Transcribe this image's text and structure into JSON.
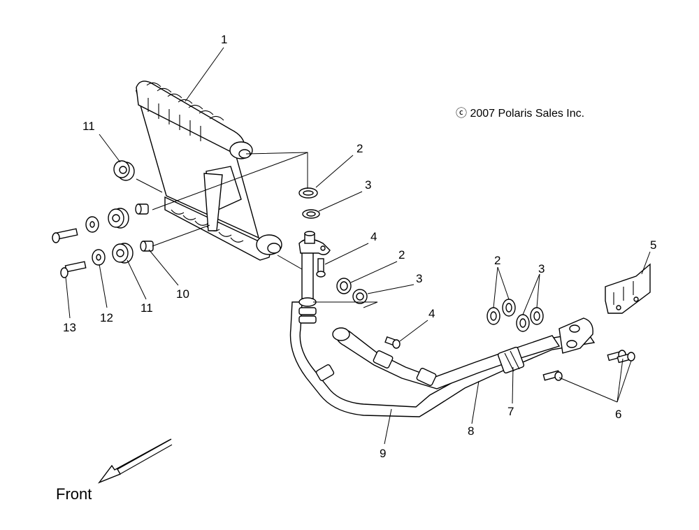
{
  "copyright": "ⓒ 2007 Polaris Sales Inc.",
  "front_label": "Front",
  "callouts": [
    {
      "id": "c1",
      "text": "1"
    },
    {
      "id": "c2a",
      "text": "2"
    },
    {
      "id": "c3a",
      "text": "3"
    },
    {
      "id": "c4a",
      "text": "4"
    },
    {
      "id": "c2b",
      "text": "2"
    },
    {
      "id": "c3b",
      "text": "3"
    },
    {
      "id": "c4b",
      "text": "4"
    },
    {
      "id": "c5",
      "text": "5"
    },
    {
      "id": "c2c",
      "text": "2"
    },
    {
      "id": "c3c",
      "text": "3"
    },
    {
      "id": "c6",
      "text": "6"
    },
    {
      "id": "c7",
      "text": "7"
    },
    {
      "id": "c8",
      "text": "8"
    },
    {
      "id": "c9",
      "text": "9"
    },
    {
      "id": "c10",
      "text": "10"
    },
    {
      "id": "c11a",
      "text": "11"
    },
    {
      "id": "c11b",
      "text": "11"
    },
    {
      "id": "c12",
      "text": "12"
    },
    {
      "id": "c13",
      "text": "13"
    }
  ],
  "colors": {
    "line": "#000000",
    "background": "#ffffff"
  }
}
